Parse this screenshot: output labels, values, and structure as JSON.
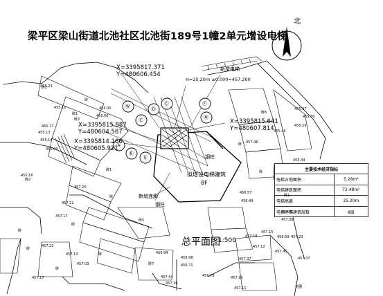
{
  "title": "梁平区梁山街道北池社区北池街189号1幢2单元增设电梯",
  "north": "北",
  "coordinates": [
    {
      "x": "X=3395817.371",
      "y": "Y=480606.454"
    },
    {
      "x": "X=3395815.641",
      "y": "Y=480607.814"
    },
    {
      "x": "X=3395815.887",
      "y": "Y=480604.567"
    },
    {
      "x": "X=3395814.166",
      "y": "Y=480605.921"
    }
  ],
  "height_note": "H=25.20m  ±0.000=457.200",
  "labels": {
    "new_elevator": "新增电梯",
    "new_corridor": "新增连廊",
    "steel_column_1": "钢柱",
    "steel_column_2": "钢柱",
    "building_name": "拟增设电梯建筑",
    "building_floors": "8F"
  },
  "plan_title": "总平面图",
  "plan_scale": "1:500",
  "tech_table": {
    "header": "主要技术经济指标",
    "rows": [
      {
        "label": "电梯占地面积",
        "value": "5.28m²"
      },
      {
        "label": "电梯建筑面积",
        "value": "72.48m²"
      },
      {
        "label": "电梯高度",
        "value": "25.20m"
      },
      {
        "label": "电梯停靠建筑层数",
        "value": "8层"
      }
    ]
  },
  "circle_markers": [
    "Ⓦ",
    "Ⓔ",
    "Ⓓ",
    "Ⓒ",
    "Ⓐ",
    "Ⓑ",
    "Ⓖ",
    "Ⓕ",
    "Ⓜ"
  ],
  "elevations": [
    "455.23",
    "455.10",
    "455.00",
    "455.06",
    "455.17",
    "455.13",
    "455.14",
    "455.00",
    "455.16",
    "457.20",
    "457.21",
    "457.17",
    "457.22",
    "457.13",
    "457.03",
    "457.34",
    "457.36",
    "456.98",
    "456.71",
    "457.17",
    "457.18",
    "457.12",
    "457.37",
    "457.15",
    "457.16",
    "457.11",
    "457.45",
    "457.37",
    "455.07",
    "455.29",
    "455.30",
    "455.46",
    "455.44",
    "456.57",
    "456.49",
    "457.41",
    "457.36",
    "457.23",
    "456.78",
    "456.94",
    "457.46",
    "456.69"
  ],
  "misc_labels": [
    "砖2",
    "砖1",
    "砖3",
    "砖",
    "砖2",
    "砖1",
    "砖",
    "砖",
    "砖5",
    "砖",
    "砖",
    "砖",
    "砖7",
    "砖",
    "砖",
    "砖",
    "砖1",
    "砖6",
    "花圃"
  ]
}
